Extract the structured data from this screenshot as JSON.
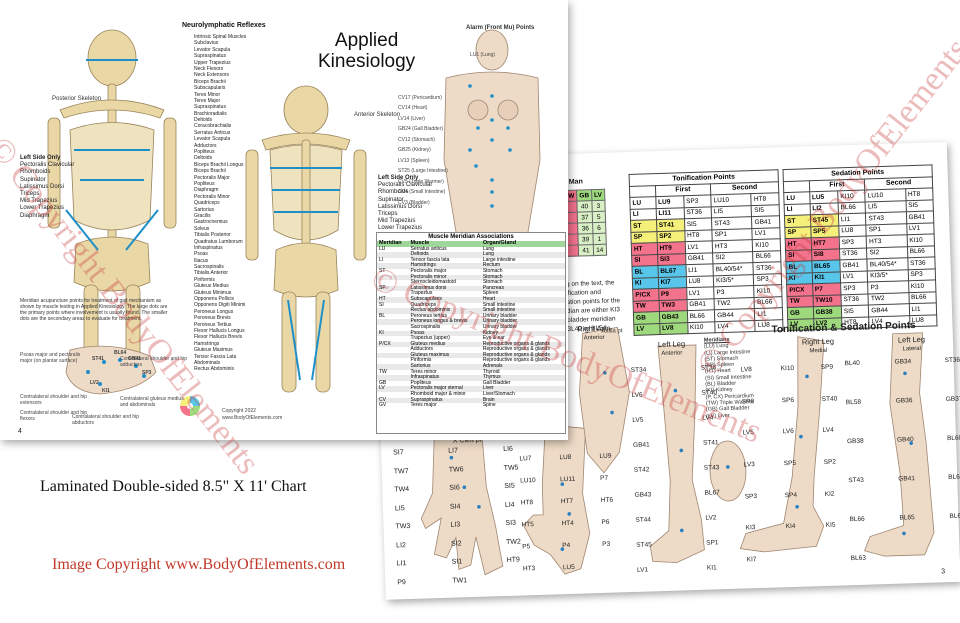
{
  "front": {
    "title_line1": "Applied",
    "title_line2": "Kinesiology",
    "neurolymphatic_title": "Neurolymphatic Reflexes",
    "alarm_title": "Alarm (Front Mu) Points",
    "left_side_only": "Left Side Only",
    "left_side_muscles": [
      "Pectoralis Clavicular",
      "Rhomboids",
      "Supinator",
      "Latissimus Dorsi",
      "Triceps",
      "Mid Trapezius",
      "Lower Trapezius",
      "Diaphragm"
    ],
    "left_side_only_2": "Left Side Only",
    "left_side_muscles_2": [
      "Pectoralis Clavicular",
      "Rhomboids",
      "Supinator",
      "Latissimus Dorsi",
      "Triceps",
      "Mid Trapezius",
      "Lower Trapezius"
    ],
    "posterior_skeleton": "Posterior Skeleton",
    "anterior_skeleton": "Anterior Skeleton",
    "reflex_labels": [
      "Intrinsic Spinal Muscles",
      "Subclavius",
      "Levator Scapula",
      "Supraspinatus",
      "Upper Trapezius",
      "Neck Flexors",
      "Neck Extensors",
      "Biceps Brachii",
      "Subscapularis",
      "Teres Minor",
      "Teres Major",
      "Supraspinatus",
      "Brachioradialis",
      "Deltoids",
      "Coracobrachialis",
      "Serratus Anticus",
      "Levator Scapula",
      "Adductors",
      "Popliteus",
      "Deltoids",
      "Biceps Brachii Longus",
      "Biceps Brachii",
      "Pectoralis Major",
      "Popliteus",
      "Diaphragm",
      "Pectoralis Minor",
      "Quadriceps",
      "Sartorius",
      "Gracilis",
      "Gastrocnemius",
      "Soleus",
      "Tibialis Posterior",
      "Quadratus Lumborum",
      "Infraspinatus",
      "Psoas",
      "Iliacus",
      "Sacrospinalis",
      "Tibialis Anterior",
      "Piriformis",
      "Gluteus Medius",
      "Gluteus Minimus",
      "Opponens Pollicis",
      "Opponens Digiti Minimi",
      "Peroneus Longus",
      "Peroneus Brevis",
      "Peroneus Tertius",
      "Flexor Hallucis Longus",
      "Flexor Hallucis Brevis",
      "Hamstrings",
      "Gluteus Maximus",
      "Tensor Fascia Lata",
      "Abdominals",
      "Rectus Abdominis"
    ],
    "alarm_labels": [
      "LU1 (Lung)",
      "CV17 (Pericardium)",
      "CV14 (Heart)",
      "LV14 (Liver)",
      "GB24 (Gall Bladder)",
      "CV12 (Stomach)",
      "GB25 (Kidney)",
      "LV13 (Spleen)",
      "ST25 (Large Intestine)",
      "CV5 (Triple Warmer)",
      "CV4 (Small Intestine)",
      "CV3 (Bladder)"
    ],
    "note_text": "Meridian acupuncture points for treatment of gait mechanism as shown by muscle testing in Applied Kinesiology. The large dots are the primary points where involvement is usually found. The smaller dots are the secondary areas to evaluate for treatment.",
    "foot_notes": [
      "Psoas major and pectoralis major (on plantar surface)",
      "Contralateral shoulder and hip adductors",
      "Contralateral shoulder and hip extensors",
      "Contralateral shoulder and hip flexors",
      "Contralateral gluteus medius and abdominals",
      "Contralateral shoulder and hip abductors"
    ],
    "foot_points": [
      "ST41",
      "BL64",
      "GB41",
      "SP3",
      "LV2",
      "KI1"
    ],
    "copyright": "Copyright 2022",
    "website": "www.BodyOfElements.com",
    "page_number": "4",
    "muscle_table": {
      "title": "Muscle Meridian Associations",
      "headers": [
        "Meridian",
        "Muscle",
        "Organ/Gland"
      ],
      "rows": [
        [
          "LU",
          "Serratus anticus",
          "Lung"
        ],
        [
          "",
          "Deltoids",
          "Lung"
        ],
        [
          "LI",
          "Tensor fascia lata",
          "Large intestine"
        ],
        [
          "",
          "Hamstrings",
          "Rectum"
        ],
        [
          "ST",
          "Pectoralis major",
          "Stomach"
        ],
        [
          "",
          "Pectoralis minor",
          "Stomach"
        ],
        [
          "",
          "Sternocleidomastoid",
          "Stomach"
        ],
        [
          "SP",
          "Latissimus dorsi",
          "Pancreas"
        ],
        [
          "",
          "Trapezius",
          "Spleen"
        ],
        [
          "HT",
          "Subscapularis",
          "Heart"
        ],
        [
          "SI",
          "Quadriceps",
          "Small intestine"
        ],
        [
          "",
          "Rectus abdominis",
          "Small intestine"
        ],
        [
          "BL",
          "Peroneus tertius",
          "Urinary bladder"
        ],
        [
          "",
          "Peroneus longus & brevis",
          "Urinary bladder"
        ],
        [
          "",
          "Sacrospinalis",
          "Urinary bladder"
        ],
        [
          "KI",
          "Psoas",
          "Kidney"
        ],
        [
          "",
          "Trapezius (upper)",
          "Eye & ear"
        ],
        [
          "P/CX",
          "Gluteus medius",
          "Reproductive organs & glands"
        ],
        [
          "",
          "Adductors",
          "Reproductive organs & glands"
        ],
        [
          "",
          "Gluteus maximus",
          "Reproductive organs & glands"
        ],
        [
          "",
          "Piriformis",
          "Reproductive organs & glands"
        ],
        [
          "",
          "Sartorius",
          "Adrenals"
        ],
        [
          "TW",
          "Teres minor",
          "Thyroid"
        ],
        [
          "",
          "Infraspinatus",
          "Thymus"
        ],
        [
          "GB",
          "Popliteus",
          "Gall Bladder"
        ],
        [
          "LV",
          "Pectoralis major sternal",
          "Liver"
        ],
        [
          "",
          "Rhomboid major & minor",
          "Liver/Stomach"
        ],
        [
          "CV",
          "Supraspinatus",
          "Brain"
        ],
        [
          "GV",
          "Teres major",
          "Spine"
        ]
      ]
    }
  },
  "back": {
    "man_header": "Man",
    "man_cols": [
      "W",
      "GB",
      "LV"
    ],
    "man_rows": [
      [
        "40",
        "3"
      ],
      [
        "37",
        "5"
      ],
      [
        "36",
        "6"
      ],
      [
        "39",
        "1"
      ],
      [
        "41",
        "14"
      ]
    ],
    "intro_text": [
      "g on the text, the",
      "ification and",
      "ation points for the",
      "dian are either KI3",
      "bladder meridian",
      "3L40 or BL54"
    ],
    "tonification": {
      "title": "Tonification Points",
      "first": "First",
      "second": "Second",
      "rows": [
        {
          "m": "LU",
          "c": "#ffffff",
          "v": [
            "LU9",
            "SP3",
            "LU10",
            "HT8"
          ]
        },
        {
          "m": "LI",
          "c": "#ffffff",
          "v": [
            "LI11",
            "ST36",
            "LI5",
            "SI5"
          ]
        },
        {
          "m": "ST",
          "c": "#f5f07a",
          "v": [
            "ST41",
            "SI5",
            "ST43",
            "GB41"
          ]
        },
        {
          "m": "SP",
          "c": "#f5f07a",
          "v": [
            "SP2",
            "HT8",
            "SP1",
            "LV1"
          ]
        },
        {
          "m": "HT",
          "c": "#f3728c",
          "v": [
            "HT9",
            "LV1",
            "HT3",
            "KI10"
          ]
        },
        {
          "m": "SI",
          "c": "#f3728c",
          "v": [
            "SI3",
            "GB41",
            "SI2",
            "BL66"
          ]
        },
        {
          "m": "BL",
          "c": "#58c6ea",
          "v": [
            "BL67",
            "LI1",
            "BL40/54*",
            "ST36"
          ]
        },
        {
          "m": "KI",
          "c": "#58c6ea",
          "v": [
            "KI7",
            "LU8",
            "KI3/5*",
            "SP3"
          ]
        },
        {
          "m": "P/CX",
          "c": "#f3728c",
          "v": [
            "P9",
            "LV1",
            "P3",
            "KI10"
          ]
        },
        {
          "m": "TW",
          "c": "#f3728c",
          "v": [
            "TW3",
            "GB41",
            "TW2",
            "BL66"
          ]
        },
        {
          "m": "GB",
          "c": "#9fd97e",
          "v": [
            "GB43",
            "BL66",
            "GB44",
            "LI1"
          ]
        },
        {
          "m": "LV",
          "c": "#9fd97e",
          "v": [
            "LV8",
            "KI10",
            "LV4",
            "LU8"
          ]
        }
      ]
    },
    "sedation": {
      "title": "Sedation Points",
      "first": "First",
      "second": "Second",
      "rows": [
        {
          "m": "LU",
          "c": "#ffffff",
          "v": [
            "LU5",
            "KI10",
            "LU10",
            "HT8"
          ]
        },
        {
          "m": "LI",
          "c": "#ffffff",
          "v": [
            "LI2",
            "BL66",
            "LI5",
            "SI5"
          ]
        },
        {
          "m": "ST",
          "c": "#f5f07a",
          "v": [
            "ST45",
            "LI1",
            "ST43",
            "GB41"
          ]
        },
        {
          "m": "SP",
          "c": "#f5f07a",
          "v": [
            "SP5",
            "LU8",
            "SP1",
            "LV1"
          ]
        },
        {
          "m": "HT",
          "c": "#f3728c",
          "v": [
            "HT7",
            "SP3",
            "HT3",
            "KI10"
          ]
        },
        {
          "m": "SI",
          "c": "#f3728c",
          "v": [
            "SI8",
            "ST36",
            "SI2",
            "BL66"
          ]
        },
        {
          "m": "BL",
          "c": "#58c6ea",
          "v": [
            "BL65",
            "GB41",
            "BL40/54*",
            "ST36"
          ]
        },
        {
          "m": "KI",
          "c": "#58c6ea",
          "v": [
            "KI1",
            "LV1",
            "KI3/5*",
            "SP3"
          ]
        },
        {
          "m": "P/CX",
          "c": "#f3728c",
          "v": [
            "P7",
            "SP3",
            "P3",
            "KI10"
          ]
        },
        {
          "m": "TW",
          "c": "#f3728c",
          "v": [
            "TW10",
            "ST36",
            "TW2",
            "BL66"
          ]
        },
        {
          "m": "GB",
          "c": "#9fd97e",
          "v": [
            "GB38",
            "SI5",
            "GB44",
            "LI1"
          ]
        },
        {
          "m": "LV",
          "c": "#9fd97e",
          "v": [
            "LV2",
            "HT8",
            "LV4",
            "LU8"
          ]
        }
      ]
    },
    "ts_title": "Tonification & Sedation Points",
    "left_leg_anterior": [
      "Left Leg",
      "Anterior"
    ],
    "right_leg_medial": [
      "Right Leg",
      "Medial"
    ],
    "left_leg_lateral": [
      "Left Leg",
      "Lateral"
    ],
    "right_arm": [
      "Right Arm",
      "Anterior"
    ],
    "meridians": {
      "title": "Meridians",
      "items": [
        "(LU) Lung",
        "(LI) Large Intestine",
        "(ST) Stomach",
        "(SP) Spleen",
        "(HT) Heart",
        "(SI) Small Intestine",
        "(BL) Bladder",
        "(KI) Kidney",
        "(P, CX) Pericardium",
        "(TW) Triple Warmer",
        "(GB) Gall Bladder",
        "(LV) Liver"
      ]
    },
    "hand_labels": [
      "SI7",
      "LI7",
      "LI6",
      "TW7",
      "TW6",
      "TW5",
      "TW4",
      "SI6",
      "SI5",
      "LI5",
      "SI4",
      "LI4",
      "TW3",
      "LI3",
      "SI3",
      "LI2",
      "SI2",
      "TW2",
      "LI1",
      "SI1",
      "HT9",
      "P9",
      "TW1"
    ],
    "palm_labels": [
      "LU7",
      "LU8",
      "LU9",
      "LU10",
      "LU11",
      "P7",
      "HT8",
      "HT7",
      "HT6",
      "HT5",
      "HT4",
      "P6",
      "P5",
      "P4",
      "P3",
      "HT3",
      "LU5"
    ],
    "left_leg_points": [
      "ST34",
      "ST36",
      "LV6",
      "ST40",
      "LV5",
      "LV4",
      "GB41",
      "ST41",
      "ST42",
      "ST43",
      "GB43",
      "BL67",
      "ST44",
      "LV2",
      "ST45",
      "SP1",
      "LV1",
      "KI1"
    ],
    "medial_points": [
      "LV8",
      "KI10",
      "SP9",
      "SP8",
      "SP6",
      "ST40",
      "LV5",
      "LV6",
      "LV4",
      "LV3",
      "SP5",
      "SP2",
      "SP3",
      "SP4",
      "KI2",
      "KI3",
      "KI4",
      "KI5",
      "KI7"
    ],
    "lateral_points": [
      "BL40",
      "GB34",
      "ST36",
      "BL58",
      "GB36",
      "GB37",
      "GB38",
      "GB40",
      "BL60",
      "ST43",
      "GB41",
      "BL67",
      "BL66",
      "BL65",
      "BL64",
      "BL63"
    ],
    "page_number": "3",
    "axilla_note": "Axilla pt",
    "cleft_note": "X Cleft pt"
  },
  "caption": "Laminated Double-sided 8.5\" X 11' Chart",
  "copyright_line": "Image Copyright www.BodyOfElements.com",
  "watermark": "© Copyright BodyOfElements",
  "colors": {
    "caption_copyright": "#c0392b",
    "ln_line": "#1e8fc9",
    "bone": "#e9d8a6",
    "skin": "#eedbc7",
    "yellow": "#f5f07a",
    "red": "#f3728c",
    "blue": "#58c6ea",
    "green": "#9fd97e"
  }
}
